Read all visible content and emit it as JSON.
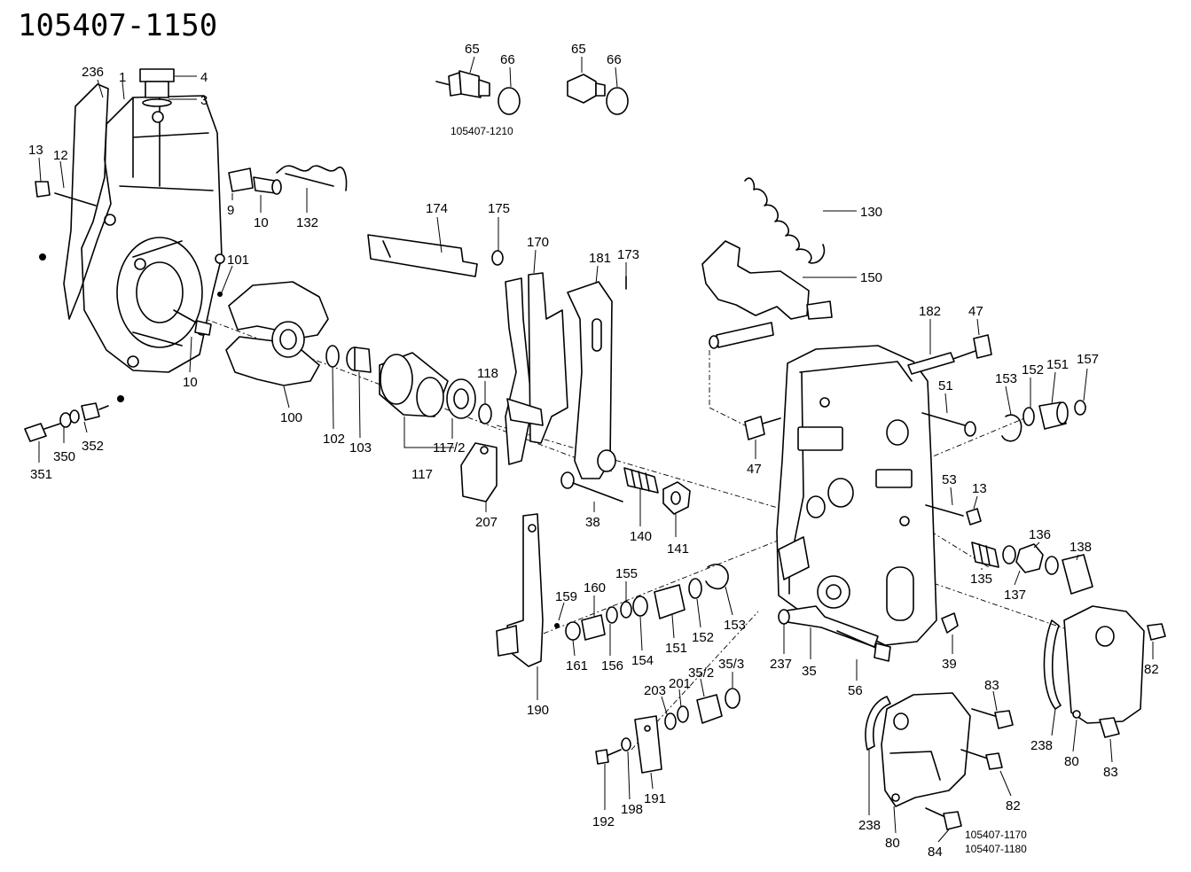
{
  "title": "105407-1150",
  "notes": {
    "top_variant": "105407-1210",
    "variant_a": "105407-1170",
    "variant_b": "105407-1180"
  },
  "labels": {
    "l236": "236",
    "l1": "1",
    "l4": "4",
    "l3": "3",
    "l13a": "13",
    "l12": "12",
    "l9": "9",
    "l10a": "10",
    "l132": "132",
    "l101": "101",
    "l10b": "10",
    "l100": "100",
    "l102": "102",
    "l103": "103",
    "l117_2": "117/2",
    "l117": "117",
    "l118": "118",
    "l351": "351",
    "l350": "350",
    "l352": "352",
    "l65a": "65",
    "l66a": "66",
    "l65b": "65",
    "l66b": "66",
    "l174": "174",
    "l175": "175",
    "l170": "170",
    "l181": "181",
    "l173": "173",
    "l207": "207",
    "l38": "38",
    "l140": "140",
    "l141": "141",
    "l130": "130",
    "l150": "150",
    "l182": "182",
    "l47a": "47",
    "l47b": "47",
    "l51": "51",
    "l153a": "153",
    "l152a": "152",
    "l151a": "151",
    "l157": "157",
    "l53": "53",
    "l13b": "13",
    "l136": "136",
    "l138": "138",
    "l135": "135",
    "l137": "137",
    "l190": "190",
    "l159": "159",
    "l160": "160",
    "l155": "155",
    "l161": "161",
    "l156": "156",
    "l154": "154",
    "l151b": "151",
    "l152b": "152",
    "l153b": "153",
    "l237": "237",
    "l35": "35",
    "l56": "56",
    "l39": "39",
    "l203": "203",
    "l201": "201",
    "l35_2": "35/2",
    "l35_3": "35/3",
    "l192": "192",
    "l198": "198",
    "l191": "191",
    "l83a": "83",
    "l82a": "82",
    "l238a": "238",
    "l80a": "80",
    "l83b": "83",
    "l82b": "82",
    "l238b": "238",
    "l80b": "80",
    "l84": "84"
  }
}
